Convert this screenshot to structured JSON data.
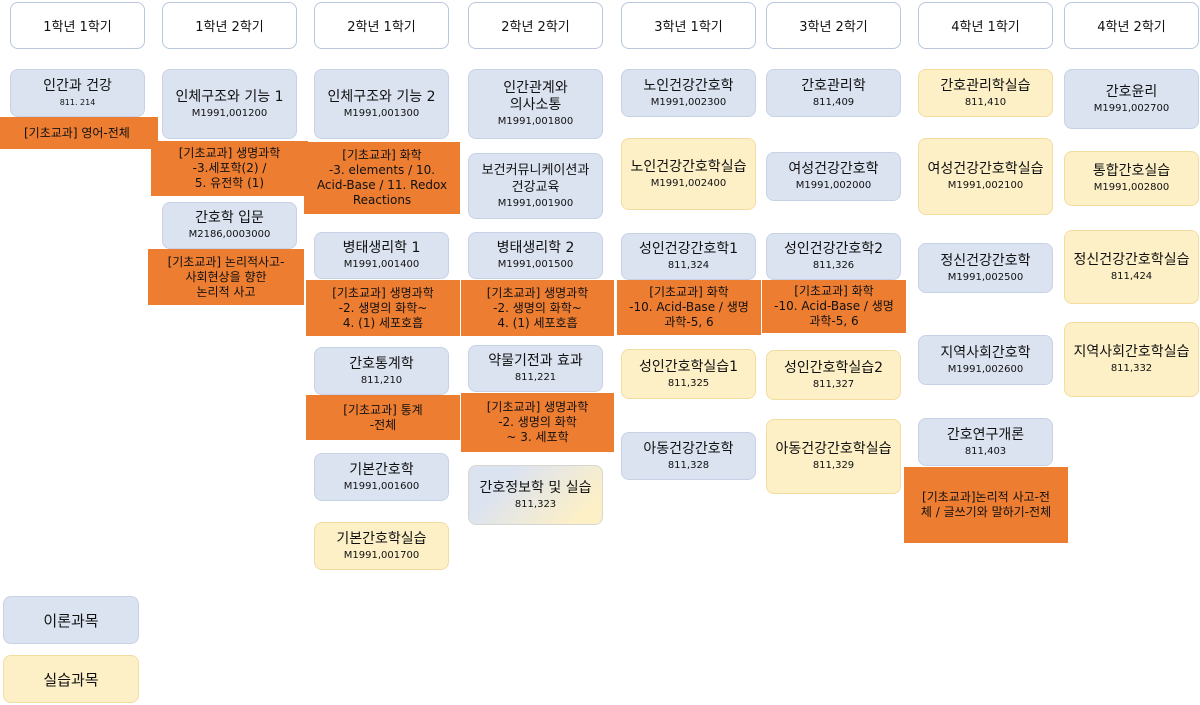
{
  "semesters": [
    "1학년 1학기",
    "1학년 2학기",
    "2학년 1학기",
    "2학년 2학기",
    "3학년 1학기",
    "3학년 2학기",
    "4학년 1학기",
    "4학년 2학기"
  ],
  "courses": [
    {
      "name": "인간과 건강",
      "code": "811. 214"
    },
    {
      "name": "인체구조와 기능 1",
      "code": "M1991,001200"
    },
    {
      "name": "간호학 입문",
      "code": "M2186,0003000"
    },
    {
      "name": "인체구조와 기능 2",
      "code": "M1991,001300"
    },
    {
      "name": "병태생리학 1",
      "code": "M1991,001400"
    },
    {
      "name": "간호통계학",
      "code": "811,210"
    },
    {
      "name": "기본간호학",
      "code": "M1991,001600"
    },
    {
      "name": "기본간호학실습",
      "code": "M1991,001700"
    },
    {
      "name": "인간관계와\n의사소통",
      "code": "M1991,001800"
    },
    {
      "name": "보건커뮤니케이션과\n건강교육",
      "code": "M1991,001900"
    },
    {
      "name": "병태생리학 2",
      "code": "M1991,001500"
    },
    {
      "name": "약물기전과 효과",
      "code": "811,221"
    },
    {
      "name": "간호정보학 및 실습",
      "code": "811,323"
    },
    {
      "name": "노인건강간호학",
      "code": "M1991,002300"
    },
    {
      "name": "노인건강간호학실습",
      "code": "M1991,002400"
    },
    {
      "name": "성인건강간호학1",
      "code": "811,324"
    },
    {
      "name": "성인간호학실습1",
      "code": "811,325"
    },
    {
      "name": "아동건강간호학",
      "code": "811,328"
    },
    {
      "name": "간호관리학",
      "code": "811,409"
    },
    {
      "name": "여성건강간호학",
      "code": "M1991,002000"
    },
    {
      "name": "성인건강간호학2",
      "code": "811,326"
    },
    {
      "name": "성인간호학실습2",
      "code": "811,327"
    },
    {
      "name": "아동건강간호학실습",
      "code": "811,329"
    },
    {
      "name": "간호관리학실습",
      "code": "811,410"
    },
    {
      "name": "여성건강간호학실습",
      "code": "M1991,002100"
    },
    {
      "name": "정신건강간호학",
      "code": "M1991,002500"
    },
    {
      "name": "지역사회간호학",
      "code": "M1991,002600"
    },
    {
      "name": "간호연구개론",
      "code": "811,403"
    },
    {
      "name": "간호윤리",
      "code": "M1991,002700"
    },
    {
      "name": "통합간호실습",
      "code": "M1991,002800"
    },
    {
      "name": "정신건강간호학실습",
      "code": "811,424"
    },
    {
      "name": "지역사회간호학실습",
      "code": "811,332"
    }
  ],
  "notes": [
    "[기초교과] 영어-전체",
    "[기초교과] 생명과학\n-3.세포학(2) /\n5. 유전학 (1)",
    "[기초교과] 논리적사고-\n사회현상을 향한\n논리적 사고",
    "[기초교과] 화학\n-3. elements / 10.\nAcid-Base / 11. Redox\nReactions",
    "[기초교과] 생명과학\n-2. 생명의 화학~\n4. (1) 세포호흡",
    "[기초교과] 통계\n-전체",
    "[기초교과] 생명과학\n-2. 생명의 화학~\n4. (1) 세포호흡",
    "[기초교과] 생명과학\n-2. 생명의 화학\n~ 3. 세포학",
    "[기초교과] 화학\n-10. Acid-Base / 생명\n과학-5, 6",
    "[기초교과] 화학\n-10. Acid-Base / 생명\n과학-5, 6",
    "[기초교과]논리적 사고-전\n체 / 글쓰기와 말하기-전체"
  ],
  "legend": {
    "theory": "이론과목",
    "practice": "실습과목"
  },
  "colors": {
    "theory": "#dbe3f1",
    "practice": "#fdf0c7",
    "foundation": "#ed7d31"
  }
}
